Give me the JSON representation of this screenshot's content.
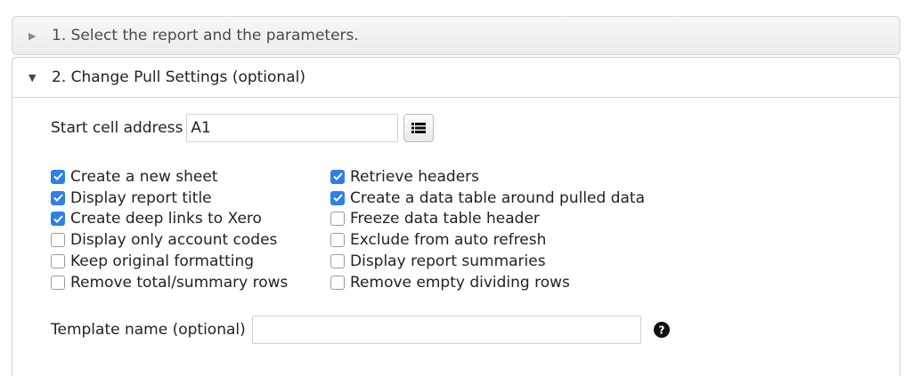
{
  "sections": {
    "step1": {
      "title": "1. Select the report and the parameters."
    },
    "step2": {
      "title": "2. Change Pull Settings (optional)"
    }
  },
  "start_cell": {
    "label": "Start cell address",
    "value": "A1"
  },
  "options_col1": [
    {
      "label": "Create a new sheet",
      "checked": true
    },
    {
      "label": "Display report title",
      "checked": true
    },
    {
      "label": "Create deep links to Xero",
      "checked": true
    },
    {
      "label": "Display only account codes",
      "checked": false
    },
    {
      "label": "Keep original formatting",
      "checked": false
    },
    {
      "label": "Remove total/summary rows",
      "checked": false
    }
  ],
  "options_col2": [
    {
      "label": "Retrieve headers",
      "checked": true
    },
    {
      "label": "Create a data table around pulled data",
      "checked": true
    },
    {
      "label": "Freeze data table header",
      "checked": false
    },
    {
      "label": "Exclude from auto refresh",
      "checked": false
    },
    {
      "label": "Display report summaries",
      "checked": false
    },
    {
      "label": "Remove empty dividing rows",
      "checked": false
    }
  ],
  "template": {
    "label": "Template name (optional)",
    "value": ""
  },
  "icons": {
    "collapsed": "caret-right-icon",
    "expanded": "caret-down-icon",
    "list": "list-icon",
    "help": "question-circle-icon"
  },
  "colors": {
    "checkbox_checked": "#2f7fe8"
  }
}
